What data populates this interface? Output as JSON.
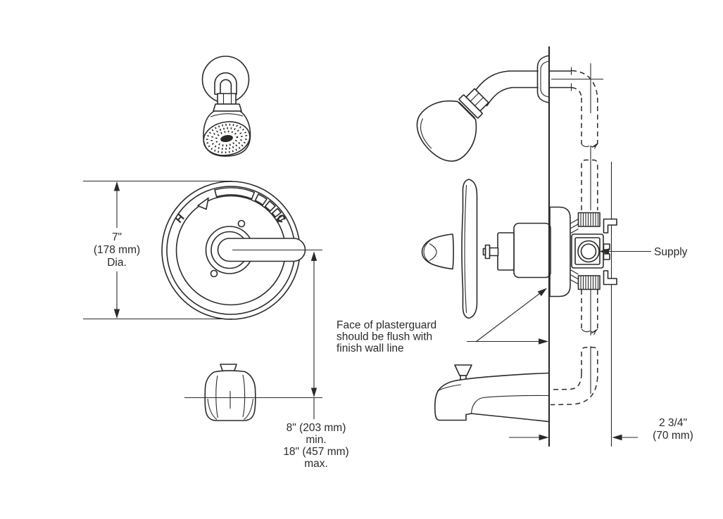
{
  "diagram": {
    "title": "tub-and-shower-trim-installation-drawing",
    "colors": {
      "line": "#2b2a29",
      "background": "#ffffff"
    },
    "labels": {
      "dial_hot": "H",
      "dial_cold": "C",
      "diameter": {
        "line1": "7\"",
        "line2": "(178 mm)",
        "line3": "Dia."
      },
      "height_range": {
        "line1": "8\" (203 mm)",
        "line2": "min.",
        "line3": "18\" (457 mm)",
        "line4": "max."
      },
      "plasterguard_note": {
        "line1": "Face of plasterguard",
        "line2": "should be flush with",
        "line3": "finish wall line"
      },
      "supply": "Supply",
      "wall_offset": {
        "line1": "2 3/4\"",
        "line2": "(70 mm)"
      }
    }
  }
}
